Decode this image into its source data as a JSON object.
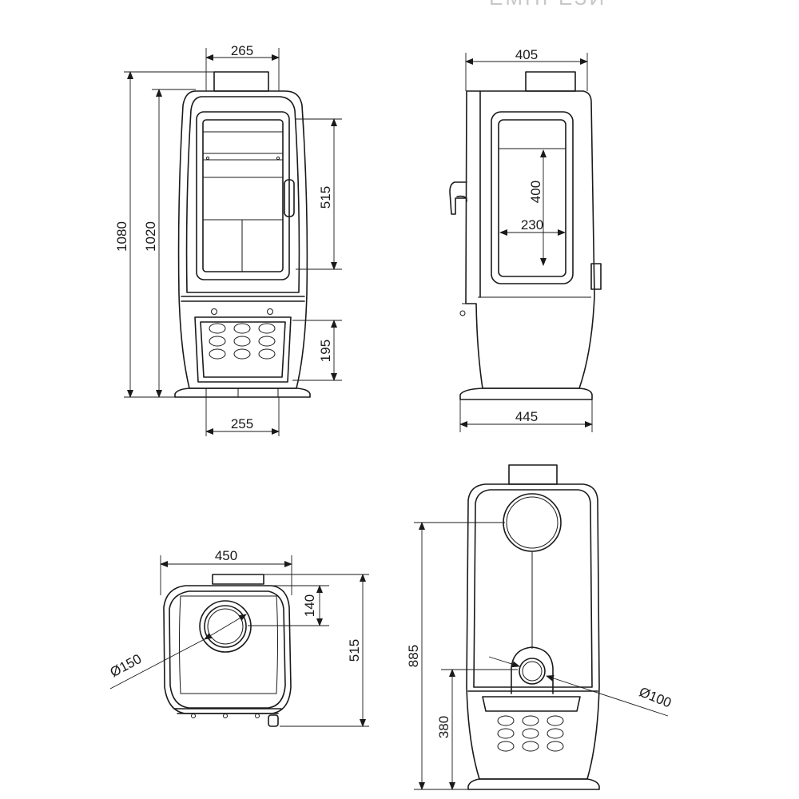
{
  "header_fragment": "ЕМПРЕЗИ",
  "front_view": {
    "flue_width": "265",
    "total_height": "1080",
    "body_height": "1020",
    "glass_height": "515",
    "ashpan_height": "195",
    "base_width": "255"
  },
  "side_view": {
    "depth": "405",
    "glass_height": "400",
    "glass_width": "230",
    "base_depth": "445"
  },
  "top_view": {
    "width": "450",
    "flue_offset": "140",
    "depth": "515",
    "flue_diameter": "Ø150"
  },
  "rear_view": {
    "top_outlet_height": "885",
    "rear_outlet_height": "380",
    "air_inlet_diameter": "Ø100"
  }
}
